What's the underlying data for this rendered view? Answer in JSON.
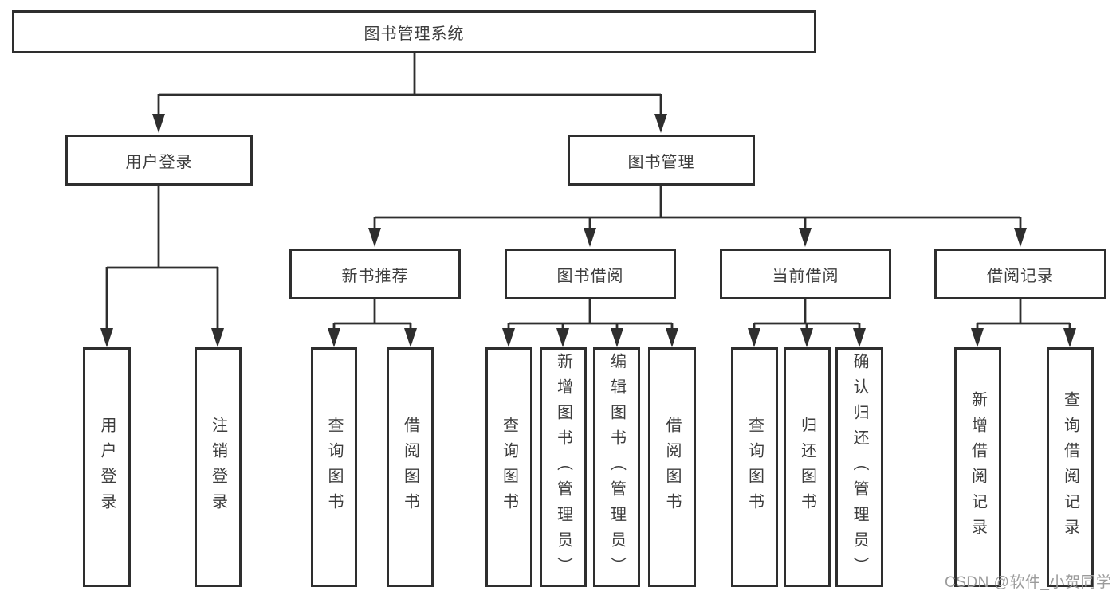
{
  "tree": {
    "root": {
      "label": "图书管理系统"
    },
    "children": [
      {
        "label": "用户登录",
        "children": [
          {
            "label": "用户登录"
          },
          {
            "label": "注销登录"
          }
        ]
      },
      {
        "label": "图书管理",
        "children": [
          {
            "label": "新书推荐",
            "children": [
              {
                "label": "查询图书"
              },
              {
                "label": "借阅图书"
              }
            ]
          },
          {
            "label": "图书借阅",
            "children": [
              {
                "label": "查询图书"
              },
              {
                "label": "新增图书（管理员）"
              },
              {
                "label": "编辑图书（管理员）"
              },
              {
                "label": "借阅图书"
              }
            ]
          },
          {
            "label": "当前借阅",
            "children": [
              {
                "label": "查询图书"
              },
              {
                "label": "归还图书"
              },
              {
                "label": "确认归还（管理员）"
              }
            ]
          },
          {
            "label": "借阅记录",
            "children": [
              {
                "label": "新增借阅记录"
              },
              {
                "label": "查询借阅记录"
              }
            ]
          }
        ]
      }
    ]
  },
  "watermark": {
    "text": "CSDN @软件_小贺同学"
  },
  "colors": {
    "line": "#2e2e2e",
    "box_border": "#2e2e2e",
    "text": "#3d3d3d",
    "watermark": "#9b9b9b",
    "background": "#ffffff"
  }
}
